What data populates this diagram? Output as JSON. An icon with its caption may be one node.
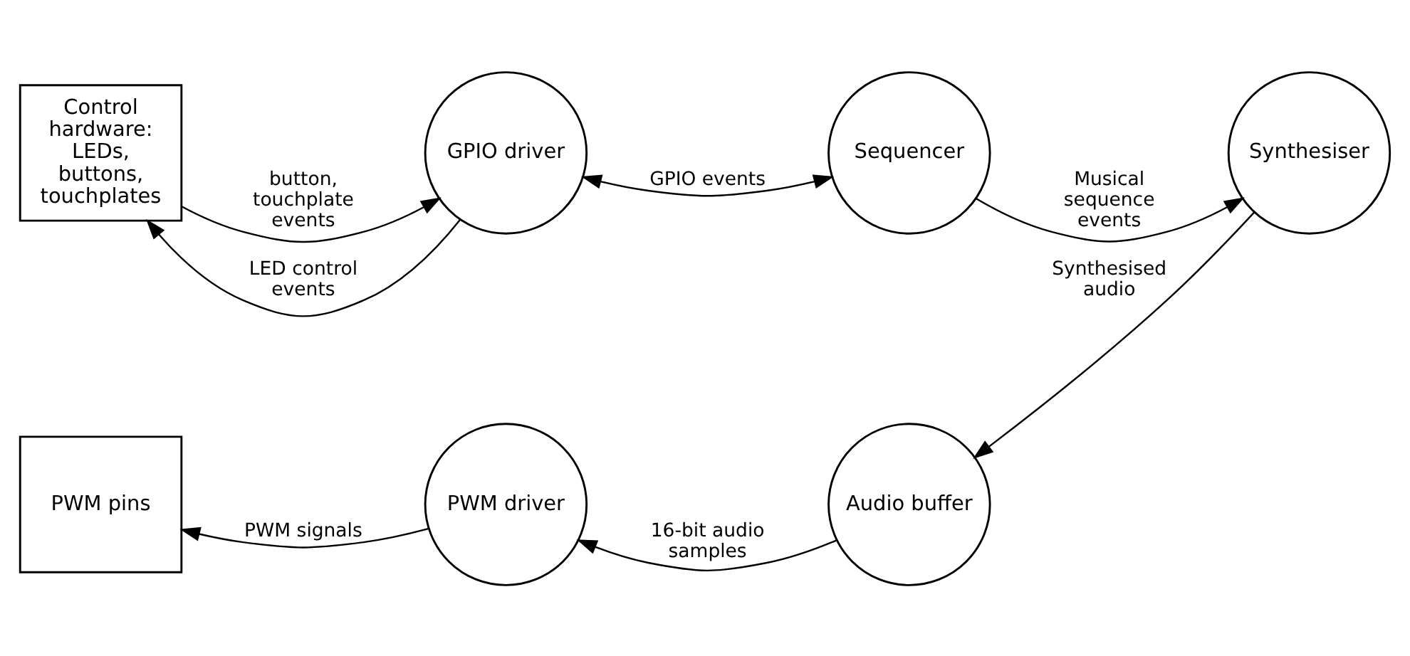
{
  "diagram": {
    "nodes": [
      {
        "text": [
          "Control hardware: LEDs, buttons, touchplates"
        ]
      },
      {
        "text": [
          "GPIO driver"
        ]
      },
      {
        "text": [
          "Sequencer"
        ]
      },
      {
        "text": [
          "Synthesiser"
        ]
      },
      {
        "text": [
          "PWM pins"
        ]
      },
      {
        "text": [
          "PWM driver"
        ]
      },
      {
        "text": [
          "Audio buffer"
        ]
      }
    ],
    "edges": [
      {
        "from": 0,
        "to": 1,
        "arrow": "to",
        "label": "button, touchplate events"
      },
      {
        "from": 1,
        "to": 0,
        "arrow": "to",
        "label": "LED control events"
      },
      {
        "from": 1,
        "to": 2,
        "arrow": "both",
        "label": "GPIO events"
      },
      {
        "from": 2,
        "to": 3,
        "arrow": "to",
        "label": "Musical sequence events"
      },
      {
        "from": 3,
        "to": 6,
        "arrow": "to",
        "label": "Synthesised audio"
      },
      {
        "from": 6,
        "to": 5,
        "arrow": "to",
        "label": "16-bit audio samples"
      },
      {
        "from": 5,
        "to": 4,
        "arrow": "to",
        "label": "PWM signals"
      }
    ]
  }
}
